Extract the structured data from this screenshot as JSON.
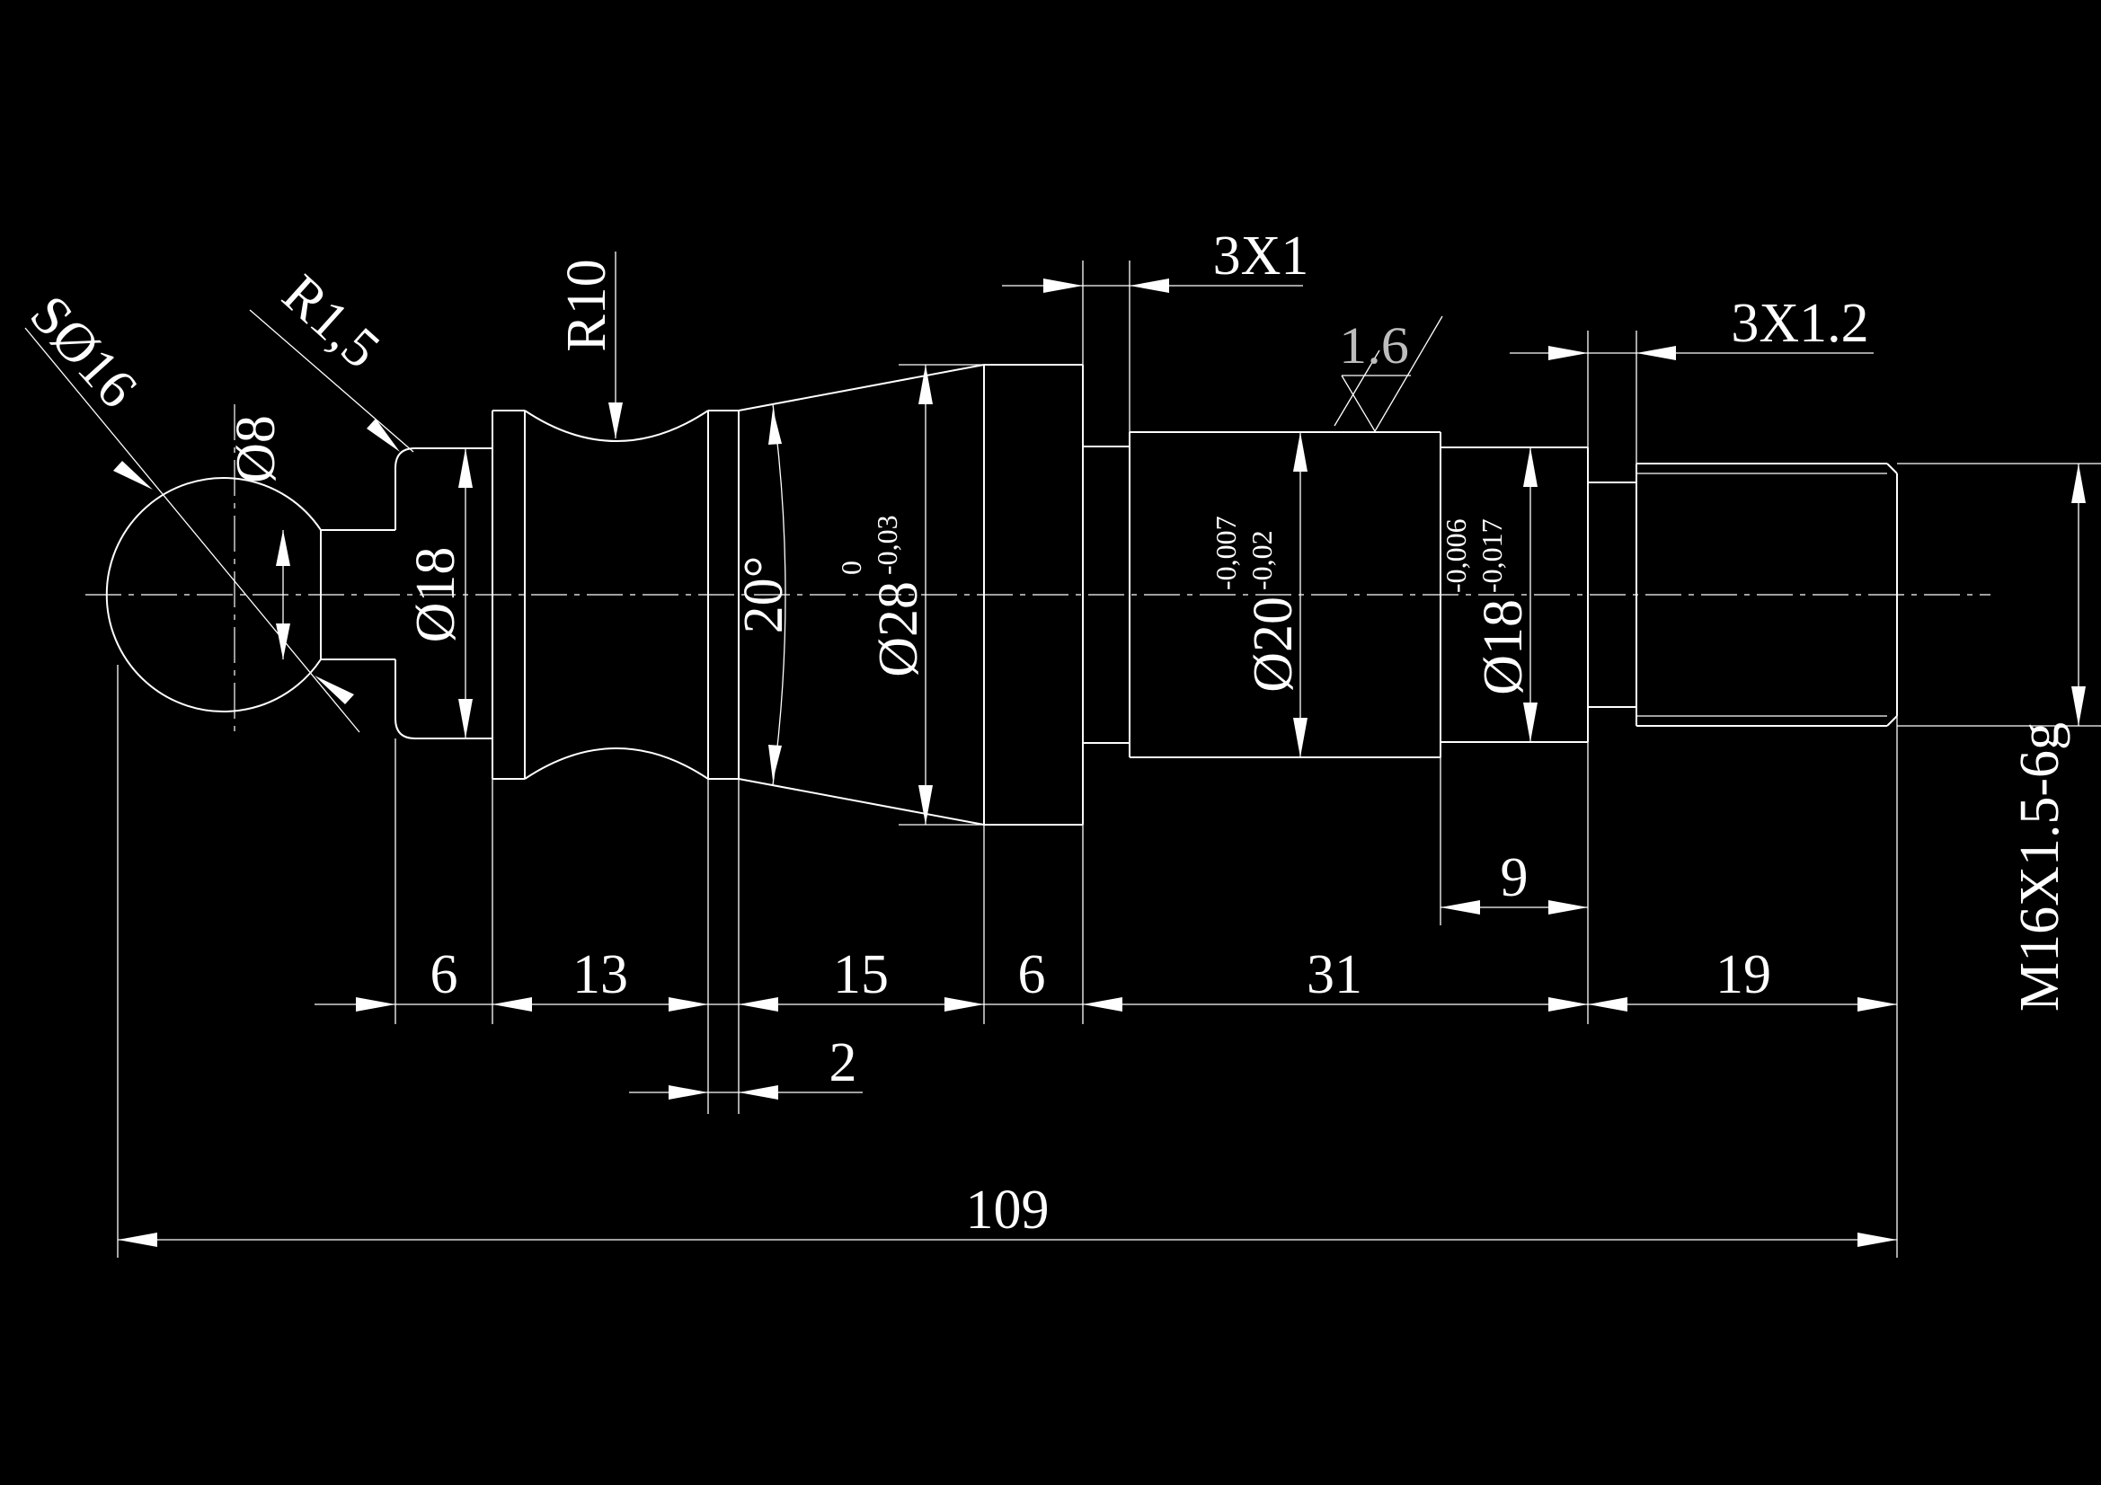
{
  "dimensions": {
    "overall_length": "109",
    "seg_6a": "6",
    "seg_13": "13",
    "seg_15": "15",
    "seg_6b": "6",
    "seg_31": "31",
    "seg_19": "19",
    "seg_2": "2",
    "seg_9": "9",
    "undercut_1": "3X1",
    "undercut_2": "3X1.2"
  },
  "diameters": {
    "sphere": "SØ16",
    "fillet": "R1,5",
    "radius": "R10",
    "neck": "Ø8",
    "collar": "Ø18",
    "angle": "20°",
    "d28": "Ø28",
    "d28_upper": "0",
    "d28_lower": "-0,03",
    "d20": "Ø20",
    "d20_upper": "-0,007",
    "d20_lower": "-0,02",
    "d18": "Ø18",
    "d18_upper": "-0,006",
    "d18_lower": "-0,017",
    "thread": "M16X1.5-6g"
  },
  "surface_finish": {
    "roughness": "1.6"
  },
  "colors": {
    "background": "#000000",
    "linework": "#ffffff"
  }
}
